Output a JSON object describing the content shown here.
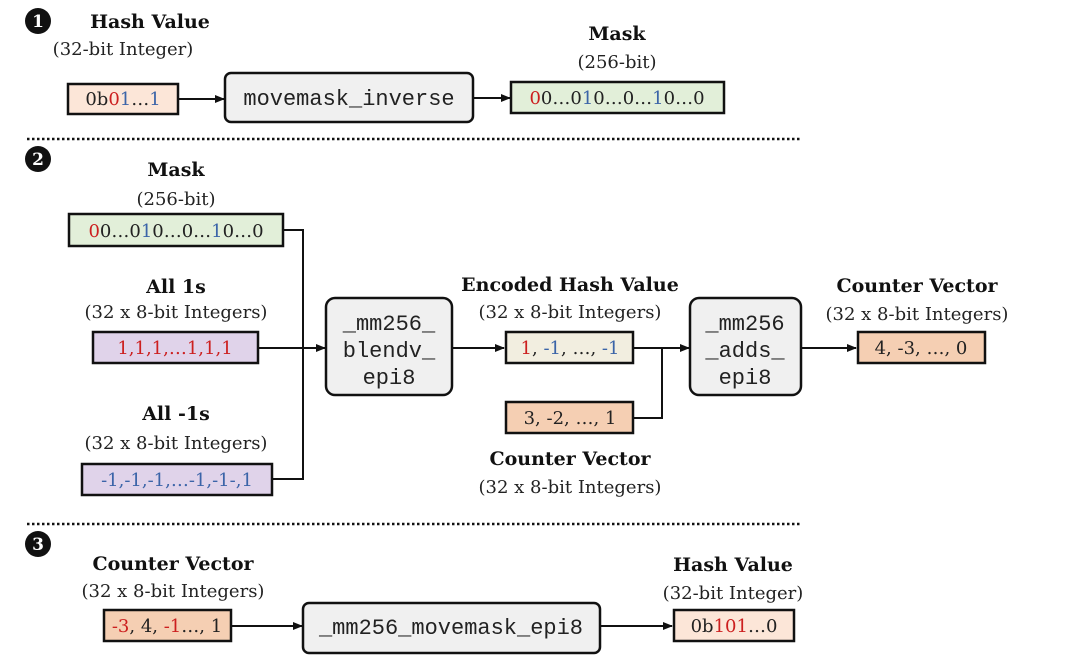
{
  "colors": {
    "red": "#cc1f1f",
    "blue": "#3b64a8",
    "text": "#222222",
    "peach_light": "#fce6d8",
    "peach": "#f5cfb3",
    "green_light": "#e2efd9",
    "purple_light": "#e0d3ea",
    "cream": "#f2eee0",
    "function_box": "#f0f0f0"
  },
  "sections": [
    {
      "number": "1",
      "input": {
        "title": "Hash Value",
        "subtitle": "(32-bit Integer)",
        "value_parts": [
          {
            "text": "0b",
            "color": "text"
          },
          {
            "text": "0",
            "color": "red"
          },
          {
            "text": "1",
            "color": "blue"
          },
          {
            "text": "…",
            "color": "text"
          },
          {
            "text": "1",
            "color": "blue"
          }
        ]
      },
      "function": "movemask_inverse",
      "output": {
        "title": "Mask",
        "subtitle": "(256-bit)",
        "value_parts": [
          {
            "text": "0",
            "color": "red"
          },
          {
            "text": "0…0",
            "color": "text"
          },
          {
            "text": "1",
            "color": "blue"
          },
          {
            "text": "0…0…",
            "color": "text"
          },
          {
            "text": "1",
            "color": "blue"
          },
          {
            "text": "0…0",
            "color": "text"
          }
        ]
      }
    },
    {
      "number": "2",
      "mask": {
        "title": "Mask",
        "subtitle": "(256-bit)",
        "value_parts": [
          {
            "text": "0",
            "color": "red"
          },
          {
            "text": "0…0",
            "color": "text"
          },
          {
            "text": "1",
            "color": "blue"
          },
          {
            "text": "0…0…",
            "color": "text"
          },
          {
            "text": "1",
            "color": "blue"
          },
          {
            "text": "0…0",
            "color": "text"
          }
        ]
      },
      "all_ones": {
        "title": "All 1s",
        "subtitle": "(32 x 8-bit Integers)",
        "value_parts": [
          {
            "text": "1,1,1,…1,1,1",
            "color": "red"
          }
        ]
      },
      "all_neg_ones": {
        "title": "All -1s",
        "subtitle": "(32 x 8-bit Integers)",
        "value_parts": [
          {
            "text": "-1,-1,-1,…-1,-1-,1",
            "color": "blue"
          }
        ]
      },
      "blend_function": [
        "_mm256_",
        "blendv_",
        "epi8"
      ],
      "encoded": {
        "title": "Encoded Hash Value",
        "subtitle": "(32 x 8-bit Integers)",
        "value_parts": [
          {
            "text": "1",
            "color": "red"
          },
          {
            "text": ", ",
            "color": "text"
          },
          {
            "text": "-1",
            "color": "blue"
          },
          {
            "text": ", …, ",
            "color": "text"
          },
          {
            "text": "-1",
            "color": "blue"
          }
        ]
      },
      "counter_in": {
        "title": "Counter Vector",
        "subtitle": "(32 x 8-bit Integers)",
        "value_parts": [
          {
            "text": "3, -2, …, 1",
            "color": "text"
          }
        ]
      },
      "adds_function": [
        "_mm256",
        "_adds_",
        "epi8"
      ],
      "counter_out": {
        "title": "Counter Vector",
        "subtitle": "(32 x 8-bit Integers)",
        "value_parts": [
          {
            "text": "4, -3, …, 0",
            "color": "text"
          }
        ]
      }
    },
    {
      "number": "3",
      "input": {
        "title": "Counter Vector",
        "subtitle": "(32 x 8-bit Integers)",
        "value_parts": [
          {
            "text": "-3",
            "color": "red"
          },
          {
            "text": ", 4, ",
            "color": "text"
          },
          {
            "text": "-1",
            "color": "red"
          },
          {
            "text": "…, 1",
            "color": "text"
          }
        ]
      },
      "function": "_mm256_movemask_epi8",
      "output": {
        "title": "Hash Value",
        "subtitle": "(32-bit Integer)",
        "value_parts": [
          {
            "text": "0b",
            "color": "text"
          },
          {
            "text": "101",
            "color": "red"
          },
          {
            "text": "…0",
            "color": "text"
          }
        ]
      }
    }
  ]
}
